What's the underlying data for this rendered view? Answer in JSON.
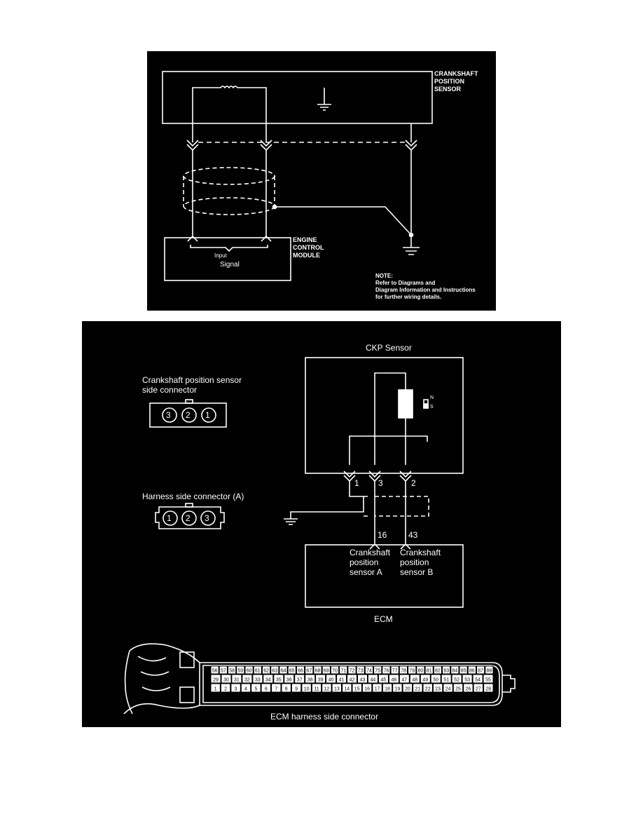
{
  "top_diagram": {
    "sensor_label": [
      "CRANKSHAFT",
      "POSITION",
      "SENSOR"
    ],
    "ecm_label": [
      "ENGINE",
      "CONTROL",
      "MODULE"
    ],
    "input_label": "Input",
    "signal_label": "Signal",
    "note_title": "NOTE:",
    "note_lines": [
      "Refer to Diagrams and",
      "Diagram Information and Instructions",
      "for further wiring details."
    ]
  },
  "bottom_diagram": {
    "ckp_title": "CKP Sensor",
    "magnet_n": "N",
    "magnet_s": "S",
    "sensor_connector_label": [
      "Crankshaft position sensor",
      "side connector"
    ],
    "sensor_connector_pins": [
      "3",
      "2",
      "1"
    ],
    "harness_connector_label": "Harness side connector (A)",
    "harness_connector_pins": [
      "1",
      "2",
      "3"
    ],
    "sensor_pin_labels": [
      "1",
      "3",
      "2"
    ],
    "ecm_pin_labels": [
      "16",
      "43"
    ],
    "ecm_text_a": [
      "Crankshaft",
      "position",
      "sensor A"
    ],
    "ecm_text_b": [
      "Crankshaft",
      "position",
      "sensor B"
    ],
    "ecm_title": "ECM",
    "ecm_connector_caption": "ECM harness side connector",
    "ecm_rows": {
      "row1": [
        "56",
        "57",
        "58",
        "59",
        "60",
        "61",
        "62",
        "63",
        "64",
        "65",
        "66",
        "67",
        "68",
        "69",
        "70",
        "71",
        "72",
        "73",
        "74",
        "75",
        "76",
        "77",
        "78",
        "79",
        "80",
        "81",
        "82",
        "83",
        "84",
        "85",
        "86",
        "87",
        "88"
      ],
      "row2": [
        "29",
        "30",
        "31",
        "32",
        "33",
        "34",
        "35",
        "36",
        "37",
        "38",
        "39",
        "40",
        "41",
        "42",
        "43",
        "44",
        "45",
        "46",
        "47",
        "48",
        "49",
        "50",
        "51",
        "52",
        "53",
        "54",
        "55"
      ],
      "row3": [
        "1",
        "2",
        "3",
        "4",
        "5",
        "6",
        "7",
        "8",
        "9",
        "10",
        "11",
        "12",
        "13",
        "14",
        "15",
        "16",
        "17",
        "18",
        "19",
        "20",
        "21",
        "22",
        "23",
        "24",
        "25",
        "26",
        "27",
        "28"
      ]
    }
  }
}
